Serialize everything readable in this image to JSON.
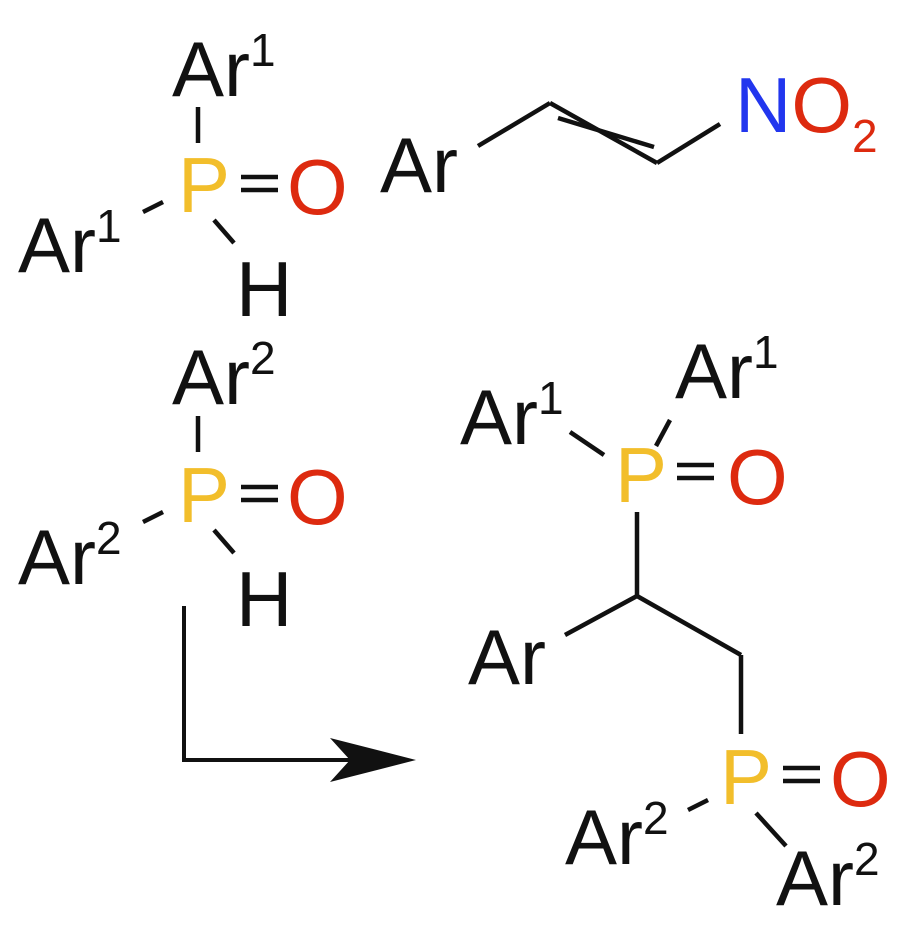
{
  "colors": {
    "carbon_text": "#111111",
    "phosphorus": "#F2BE2B",
    "oxygen": "#DD2A0F",
    "nitrogen": "#2236EE",
    "arrow": "#111111"
  },
  "reagent1": {
    "aryl_top": "Ar",
    "aryl_top_index": "1",
    "aryl_left": "Ar",
    "aryl_left_index": "1",
    "phosphorus": "P",
    "oxygen": "O",
    "hydrogen": "H"
  },
  "nitroalkene": {
    "aryl": "Ar",
    "nitrogen": "N",
    "oxygen": "O",
    "oxygen_count": "2"
  },
  "reagent2": {
    "aryl_top": "Ar",
    "aryl_top_index": "2",
    "aryl_left": "Ar",
    "aryl_left_index": "2",
    "phosphorus": "P",
    "oxygen": "O",
    "hydrogen": "H"
  },
  "product": {
    "upper_aryl_left": "Ar",
    "upper_aryl_left_index": "1",
    "upper_aryl_right": "Ar",
    "upper_aryl_right_index": "1",
    "upper_phosphorus": "P",
    "upper_oxygen": "O",
    "aryl": "Ar",
    "lower_phosphorus": "P",
    "lower_oxygen": "O",
    "lower_aryl_left": "Ar",
    "lower_aryl_left_index": "2",
    "lower_aryl_right": "Ar",
    "lower_aryl_right_index": "2"
  }
}
